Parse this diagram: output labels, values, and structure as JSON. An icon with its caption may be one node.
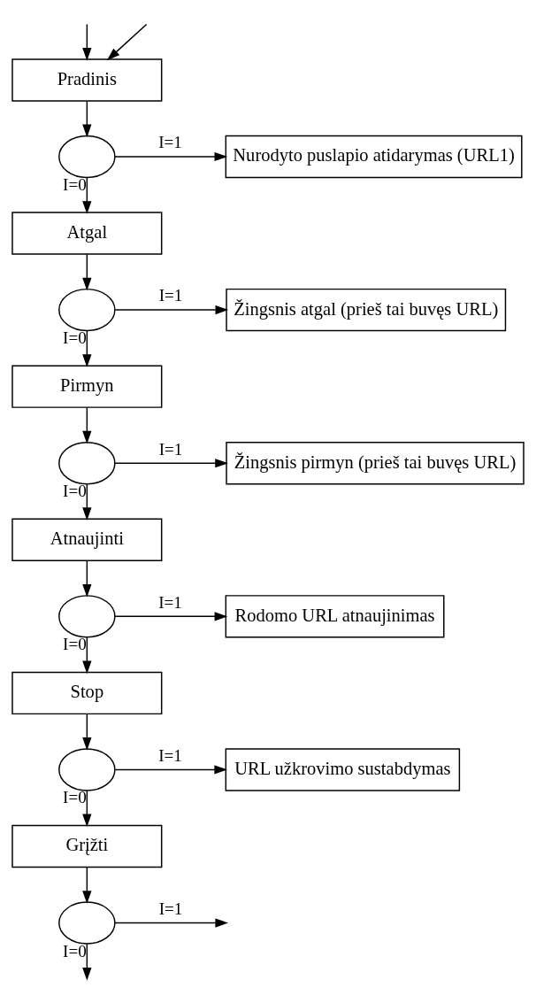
{
  "diagram": {
    "nodes": [
      {
        "text": [
          "Pradinis"
        ]
      },
      {
        "text": [],
        "shape": "circle"
      },
      {
        "text": [
          "Nurodyto puslapio atidarymas (URL1)"
        ]
      },
      {
        "text": [
          "Atgal"
        ]
      },
      {
        "text": [],
        "shape": "circle"
      },
      {
        "text": [
          "Žingsnis atgal (prieš tai buvęs URL)"
        ]
      },
      {
        "text": [
          "Pirmyn"
        ]
      },
      {
        "text": [],
        "shape": "circle"
      },
      {
        "text": [
          "Žingsnis pirmyn (prieš tai buvęs URL)"
        ]
      },
      {
        "text": [
          "Atnaujinti"
        ]
      },
      {
        "text": [],
        "shape": "circle"
      },
      {
        "text": [
          "Rodomo URL atnaujinimas"
        ]
      },
      {
        "text": [
          "Stop"
        ]
      },
      {
        "text": [],
        "shape": "circle"
      },
      {
        "text": [
          "URL užkrovimo sustabdymas"
        ]
      },
      {
        "text": [
          "Grįžti"
        ]
      },
      {
        "text": [],
        "shape": "circle"
      }
    ],
    "edges": [
      {
        "from": null,
        "to": 0,
        "arrow": "to"
      },
      {
        "from": null,
        "to": 0,
        "arrow": "to"
      },
      {
        "from": 0,
        "to": 1,
        "arrow": "to"
      },
      {
        "from": 1,
        "to": 2,
        "arrow": "to",
        "label": "I=1"
      },
      {
        "from": 1,
        "to": 3,
        "arrow": "to",
        "label": "I=0"
      },
      {
        "from": 3,
        "to": 4,
        "arrow": "to"
      },
      {
        "from": 4,
        "to": 5,
        "arrow": "to",
        "label": "I=1"
      },
      {
        "from": 4,
        "to": 6,
        "arrow": "to",
        "label": "I=0"
      },
      {
        "from": 6,
        "to": 7,
        "arrow": "to"
      },
      {
        "from": 7,
        "to": 8,
        "arrow": "to",
        "label": "I=1"
      },
      {
        "from": 7,
        "to": 9,
        "arrow": "to",
        "label": "I=0"
      },
      {
        "from": 9,
        "to": 10,
        "arrow": "to"
      },
      {
        "from": 10,
        "to": 11,
        "arrow": "to",
        "label": "I=1"
      },
      {
        "from": 10,
        "to": 12,
        "arrow": "to",
        "label": "I=0"
      },
      {
        "from": 12,
        "to": 13,
        "arrow": "to"
      },
      {
        "from": 13,
        "to": 14,
        "arrow": "to",
        "label": "I=1"
      },
      {
        "from": 13,
        "to": 15,
        "arrow": "to",
        "label": "I=0"
      },
      {
        "from": 15,
        "to": 16,
        "arrow": "to"
      },
      {
        "from": 16,
        "to": null,
        "arrow": "to",
        "label": "I=1"
      },
      {
        "from": 16,
        "to": null,
        "arrow": "to",
        "label": "I=0"
      }
    ]
  }
}
